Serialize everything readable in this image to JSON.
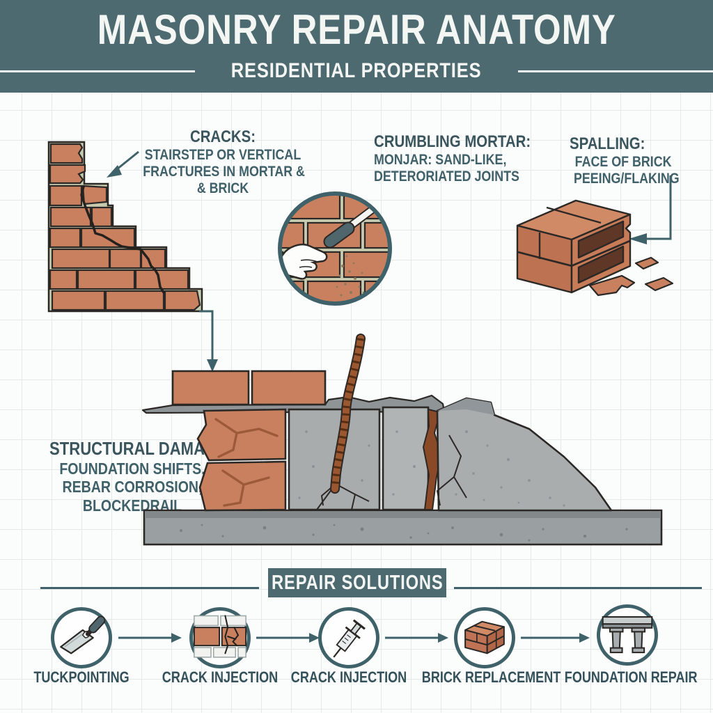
{
  "header": {
    "title": "MASONRY REPAIR ANATOMY",
    "subtitle": "RESIDENTIAL PROPERTIES"
  },
  "issues": {
    "cracks": {
      "heading": "CRACKS:",
      "line1": "STAIRSTEP OR VERTICAL",
      "line2": "FRACTURES IN MORTAR &",
      "line3": "& BRICK"
    },
    "crumbling_mortar": {
      "heading": "CRUMBLING MORTAR:",
      "line1": "MONJAR: SAND-LIKE,",
      "line2": "DETERORIATED JOINTS"
    },
    "spalling": {
      "heading": "SPALLING:",
      "line1": "FACE OF BRICK",
      "line2": "PEEING/FLAKING"
    },
    "structural_damage": {
      "heading": "STRUCTURAL DAMAGE:",
      "line1": "FOUNDATION SHIFTS,",
      "line2": "REBAR CORROSION,",
      "line3": "BLOCKEDRAIL"
    }
  },
  "solutions": {
    "banner": "REPAIR SOLUTIONS",
    "items": [
      {
        "label": "TUCKPOINTING",
        "icon": "trowel-icon"
      },
      {
        "label": "CRACK INJECTION",
        "icon": "cracked-wall-icon"
      },
      {
        "label": "CRACK INJECTION",
        "icon": "syringe-icon"
      },
      {
        "label": "BRICK REPLACEMENT",
        "icon": "brick-stack-icon"
      },
      {
        "label": "FOUNDATION REPAIR",
        "icon": "foundation-pier-icon"
      }
    ]
  },
  "colors": {
    "header_bg": "#4d6a70",
    "accent_teal": "#3f626a",
    "text_dark": "#3a555e",
    "brick": "#c9805f",
    "mortar": "#c6caae",
    "concrete": "#a9adae",
    "rebar_rust": "#9a5730",
    "crack": "#2b2826"
  }
}
